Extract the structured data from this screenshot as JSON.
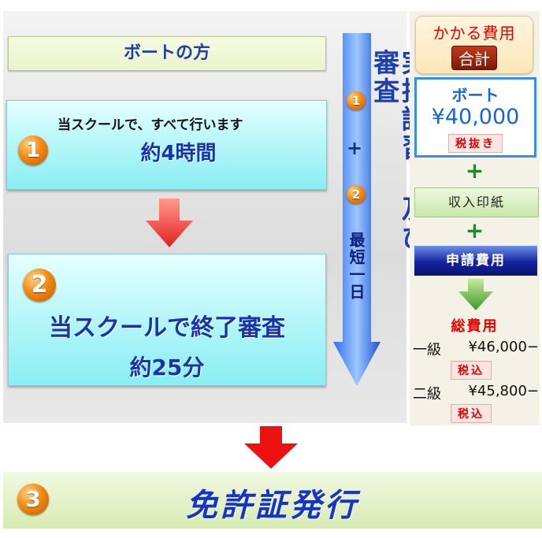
{
  "left": {
    "banner": "ボートの方",
    "step1": {
      "number": "1",
      "line1": "当スクールで、すべて行います",
      "line2": "約4時間"
    },
    "step2": {
      "number": "2",
      "line1": "当スクールで終了審査",
      "line2": "約25分"
    }
  },
  "vertical": {
    "circle1": "1",
    "circle2": "2",
    "plus": "+",
    "shortest": "最短一日",
    "practical": "実技講習 及び 審査"
  },
  "costs": {
    "header_line1": "かかる費用",
    "header_line2": "合計",
    "boat_label": "ボート",
    "boat_price": "¥40,000",
    "boat_tax": "税抜き",
    "plus": "+",
    "stamp": "収入印紙",
    "application_fee": "申請費用",
    "total_label": "総費用",
    "grade1_label": "一級",
    "grade1_price": "¥46,000−",
    "grade1_tax": "税込",
    "grade2_label": "二級",
    "grade2_price": "¥45,800−",
    "grade2_tax": "税込"
  },
  "bottom": {
    "number": "3",
    "title": "免許証発行"
  },
  "colors": {
    "accent_blue": "#1535a8",
    "red": "#e60000",
    "green_plus": "#1f8a2c",
    "orange": "#f28a12"
  }
}
